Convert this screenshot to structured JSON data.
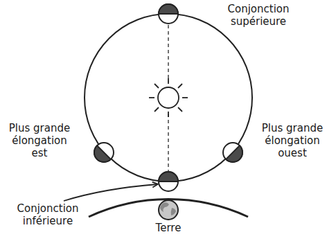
{
  "diagram": {
    "labels": [
      "Conjonction supérieure",
      "Plus grande élongation est",
      "Plus grande élongation ouest",
      "Conjonction inférieure",
      "Terre"
    ]
  }
}
